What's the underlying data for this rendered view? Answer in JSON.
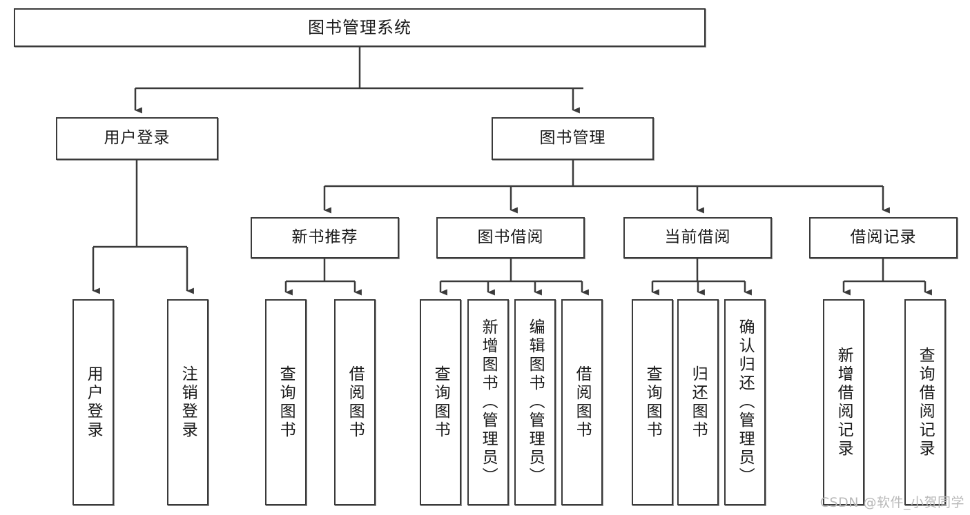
{
  "diagram": {
    "title_node": {
      "label": "图书管理系统"
    },
    "level2": [
      {
        "label": "用户登录"
      },
      {
        "label": "图书管理"
      }
    ],
    "level3": [
      {
        "label": "新书推荐"
      },
      {
        "label": "图书借阅"
      },
      {
        "label": "当前借阅"
      },
      {
        "label": "借阅记录"
      }
    ],
    "leaves": {
      "user_login": [
        {
          "label": "用户登录"
        },
        {
          "label": "注销登录"
        }
      ],
      "new_book": [
        {
          "label": "查询图书"
        },
        {
          "label": "借阅图书"
        }
      ],
      "book_borrow": [
        {
          "label": "查询图书"
        },
        {
          "label": "新增图书（管理员）"
        },
        {
          "label": "编辑图书（管理员）"
        },
        {
          "label": "借阅图书"
        }
      ],
      "current_borrow": [
        {
          "label": "查询图书"
        },
        {
          "label": "归还图书"
        },
        {
          "label": "确认归还（管理员）"
        }
      ],
      "borrow_record": [
        {
          "label": "新增借阅记录"
        },
        {
          "label": "查询借阅记录"
        }
      ]
    }
  },
  "watermark": {
    "text": "CSDN @软件_小贺同学"
  },
  "colors": {
    "stroke": "#3a3a3a",
    "background": "#ffffff",
    "text": "#1a1a1a",
    "watermark": "#b9b9b9"
  }
}
